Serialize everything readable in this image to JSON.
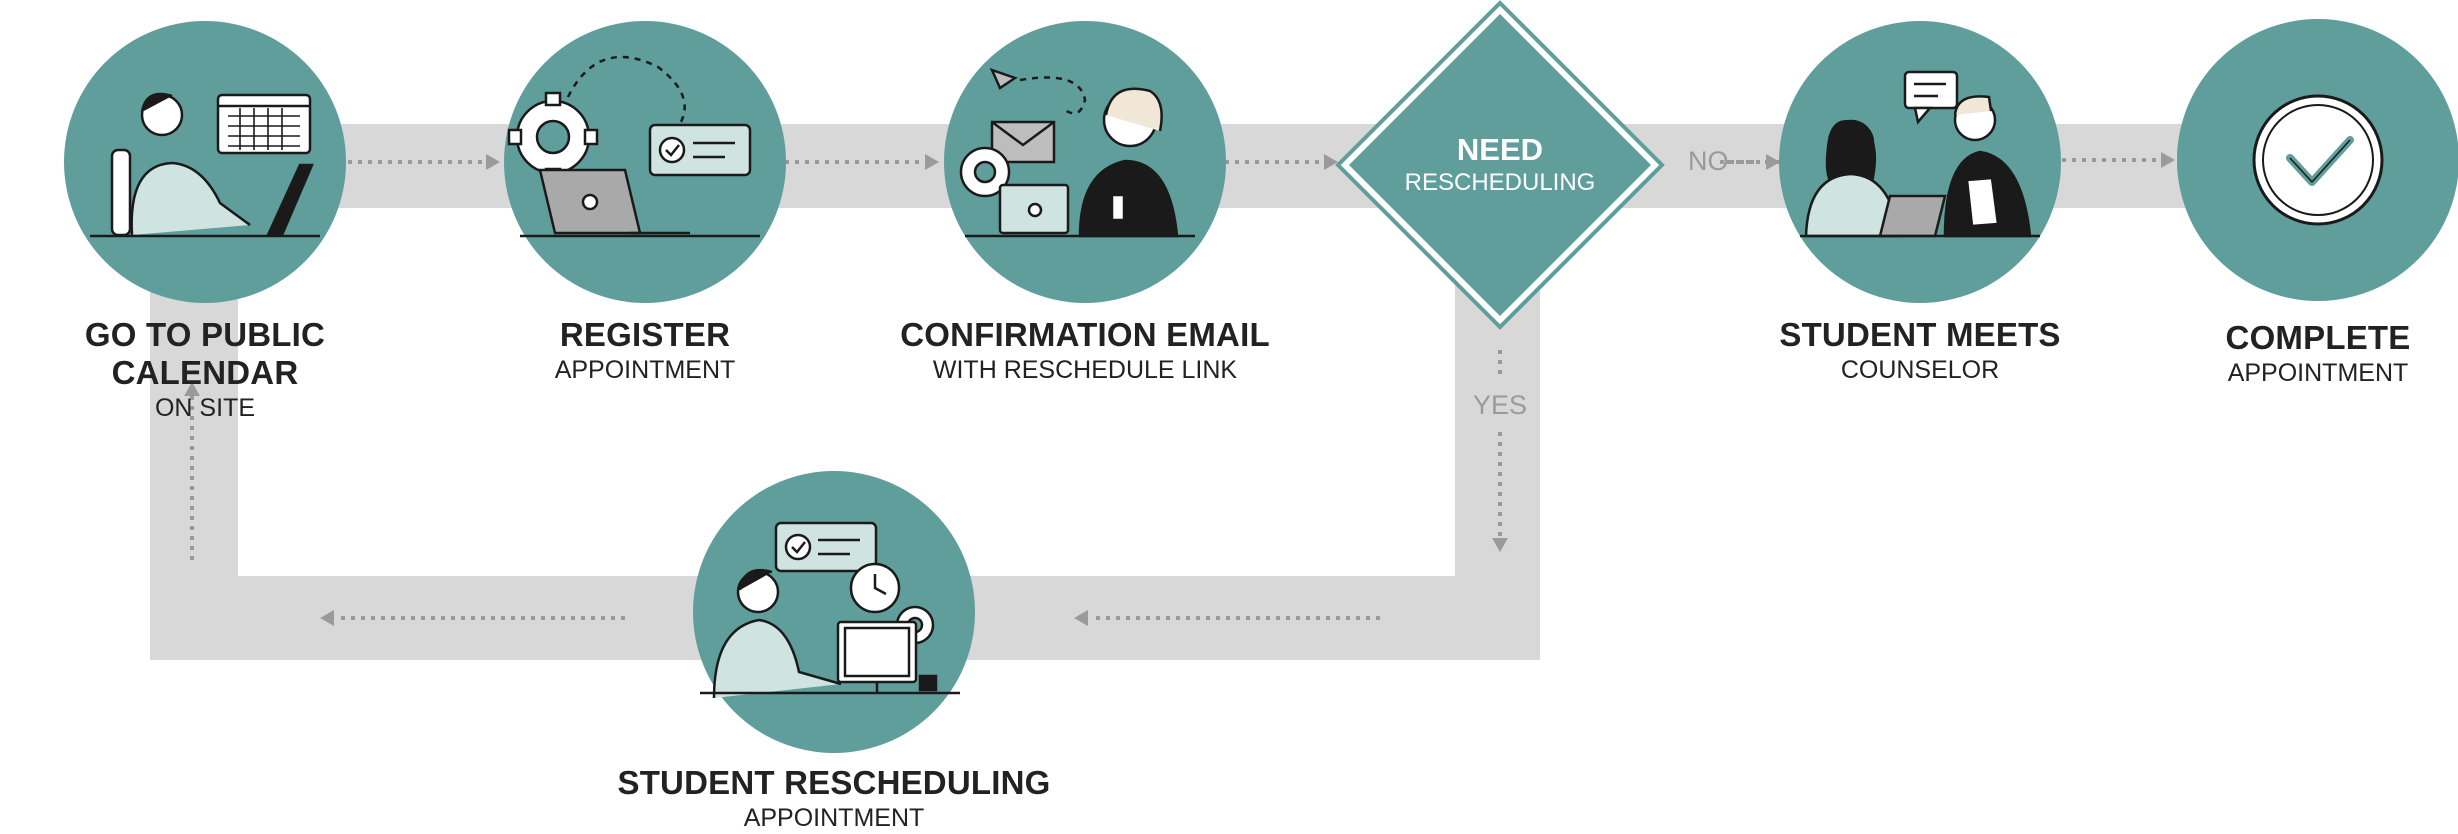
{
  "steps": [
    {
      "title": "GO TO PUBLIC CALENDAR",
      "subtitle": "ON SITE"
    },
    {
      "title": "REGISTER",
      "subtitle": "APPOINTMENT"
    },
    {
      "title": "CONFIRMATION EMAIL",
      "subtitle": "WITH RESCHEDULE LINK"
    },
    {
      "title": "STUDENT MEETS",
      "subtitle": "COUNSELOR"
    },
    {
      "title": "COMPLETE",
      "subtitle": "APPOINTMENT"
    },
    {
      "title": "STUDENT RESCHEDULING",
      "subtitle": "APPOINTMENT"
    }
  ],
  "decision": {
    "title": "NEED",
    "subtitle": "RESCHEDULING",
    "no_label": "NO",
    "yes_label": "YES"
  },
  "icons": [
    "person-laptop-calendar-icon",
    "gear-laptop-checklist-icon",
    "email-headset-person-icon",
    "counselor-meeting-icon",
    "checkmark-icon",
    "person-computer-clock-icon"
  ],
  "colors": {
    "teal": "#5f9e9b",
    "track": "#d8d8d8",
    "arrow": "#9a9a9a",
    "text": "#222222"
  }
}
